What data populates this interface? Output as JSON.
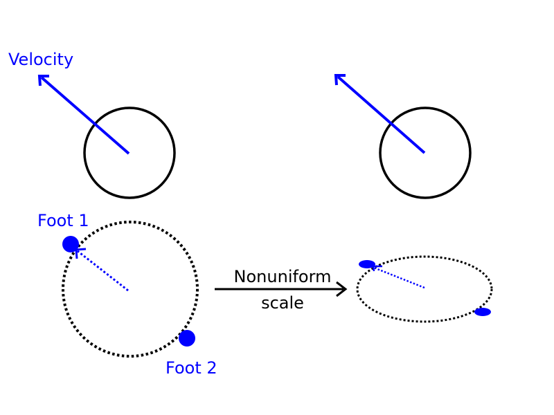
{
  "colors": {
    "accent": "#0000ff",
    "stroke": "#000000",
    "background": "#ffffff"
  },
  "labels": {
    "velocity": "Velocity",
    "foot1": "Foot 1",
    "foot2": "Foot 2",
    "transform_line1": "Nonuniform",
    "transform_line2": "scale"
  },
  "panels": [
    {
      "id": "top-left",
      "shape": "circle",
      "line": "solid",
      "has_velocity_arrow": true
    },
    {
      "id": "top-right",
      "shape": "circle",
      "line": "solid",
      "has_velocity_arrow": true
    },
    {
      "id": "bottom-left",
      "shape": "circle",
      "line": "dotted",
      "feet": 2
    },
    {
      "id": "bottom-right",
      "shape": "ellipse",
      "line": "dotted",
      "feet": 2
    }
  ]
}
